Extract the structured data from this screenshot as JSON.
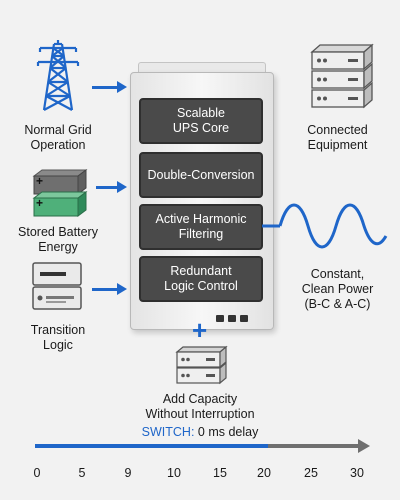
{
  "labels": {
    "grid": "Normal Grid\nOperation",
    "battery": "Stored Battery\nEnergy",
    "transition": "Transition\nLogic",
    "equipment": "Connected\nEquipment",
    "power": "Constant,\nClean Power\n(B-C & A-C)",
    "capacity": "Add Capacity\nWithout Interruption"
  },
  "modules": [
    "Scalable\nUPS Core",
    "Double-Conversion",
    "Active Harmonic\nFiltering",
    "Redundant\nLogic Control"
  ],
  "battery_signs": [
    "+",
    "+"
  ],
  "timeline": {
    "switch_word": "SWITCH:",
    "switch_value": "0 ms delay",
    "ticks": [
      "0",
      "5",
      "9",
      "10",
      "15",
      "20",
      "25",
      "30"
    ],
    "highlight_end_value": 20
  },
  "colors": {
    "accent": "#1f66c9",
    "module": "#4a4a4a",
    "battery_green": "#4fb07a",
    "timeline_rest": "#6f6f6f"
  },
  "icons": {
    "grid": "transmission-tower-icon",
    "battery": "battery-stack-icon",
    "transition": "logic-unit-icon",
    "equipment": "server-rack-icon",
    "capacity": "server-module-icon",
    "power": "sine-wave-icon"
  }
}
